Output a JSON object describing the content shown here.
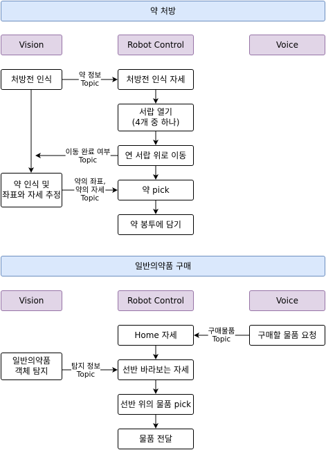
{
  "sections": [
    {
      "title": "약 처방",
      "lanes": [
        "Vision",
        "Robot Control",
        "Voice"
      ],
      "nodes": {
        "rx_recognize": "처방전 인식",
        "rx_pose": "처방전 인식 자세",
        "drawer_open": [
          "서랍 열기",
          "(4개 중 하나)"
        ],
        "move_above": "연 서랍 위로 이동",
        "med_detect": [
          "약 인식 및",
          "좌표와 자세 추정"
        ],
        "med_pick": "약 pick",
        "put_bag": "약 봉투에 담기"
      },
      "edge_labels": {
        "med_info": [
          "약 정보",
          "Topic"
        ],
        "move_done": [
          "이동 완료 여부",
          "Topic"
        ],
        "med_pose": [
          "약의 좌표,",
          "약의 자세",
          "Topic"
        ]
      }
    },
    {
      "title": "일반의약품 구매",
      "lanes": [
        "Vision",
        "Robot Control",
        "Voice"
      ],
      "nodes": {
        "home_pose": "Home 자세",
        "request": "구매할 물품 요청",
        "shelf_look": "선반 바라보는 자세",
        "object_detect": [
          "일반의약품",
          "객체 탐지"
        ],
        "shelf_pick": "선반 위의 물품 pick",
        "deliver": "물품 전달"
      },
      "edge_labels": {
        "purchase_item": [
          "구매물품",
          "Topic"
        ],
        "detect_info": [
          "탐지 정보",
          "Topic"
        ]
      }
    }
  ]
}
